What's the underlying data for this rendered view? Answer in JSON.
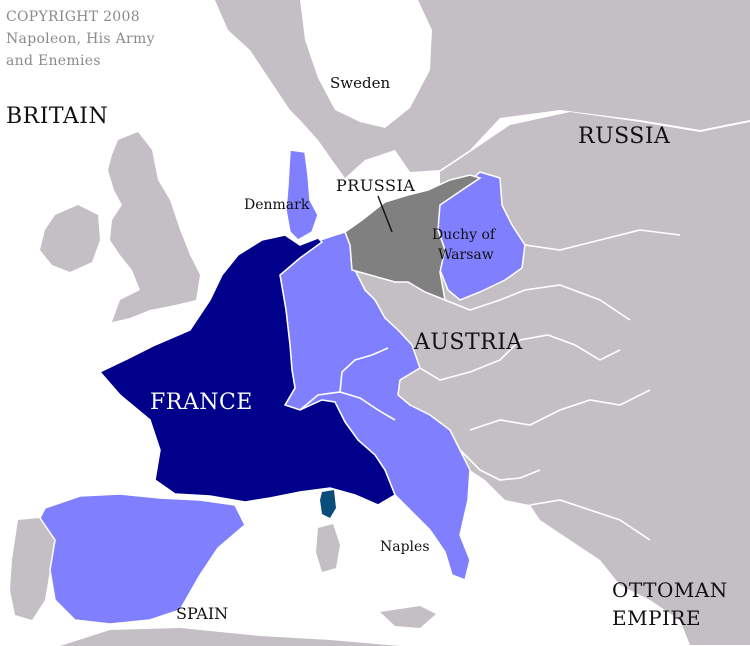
{
  "copyright": [
    "COPYRIGHT 2008",
    "Napoleon, His Army",
    "and Enemies"
  ],
  "labels": {
    "britain": "BRITAIN",
    "sweden": "Sweden",
    "russia": "RUSSIA",
    "prussia": "PRUSSIA",
    "denmark": "Denmark",
    "warsaw": [
      "Duchy of",
      "Warsaw"
    ],
    "austria": "AUSTRIA",
    "france": "FRANCE",
    "naples": "Naples",
    "spain": "SPAIN",
    "ottoman": [
      "OTTOMAN",
      "EMPIRE"
    ]
  },
  "colors": {
    "sea": "#ffffff",
    "neutral_land": "#c4bfc4",
    "french_empire": "#00008b",
    "french_allies": "#8080ff",
    "prussia": "#808080",
    "corsica": "#0a4d7a",
    "border": "#ffffff"
  }
}
